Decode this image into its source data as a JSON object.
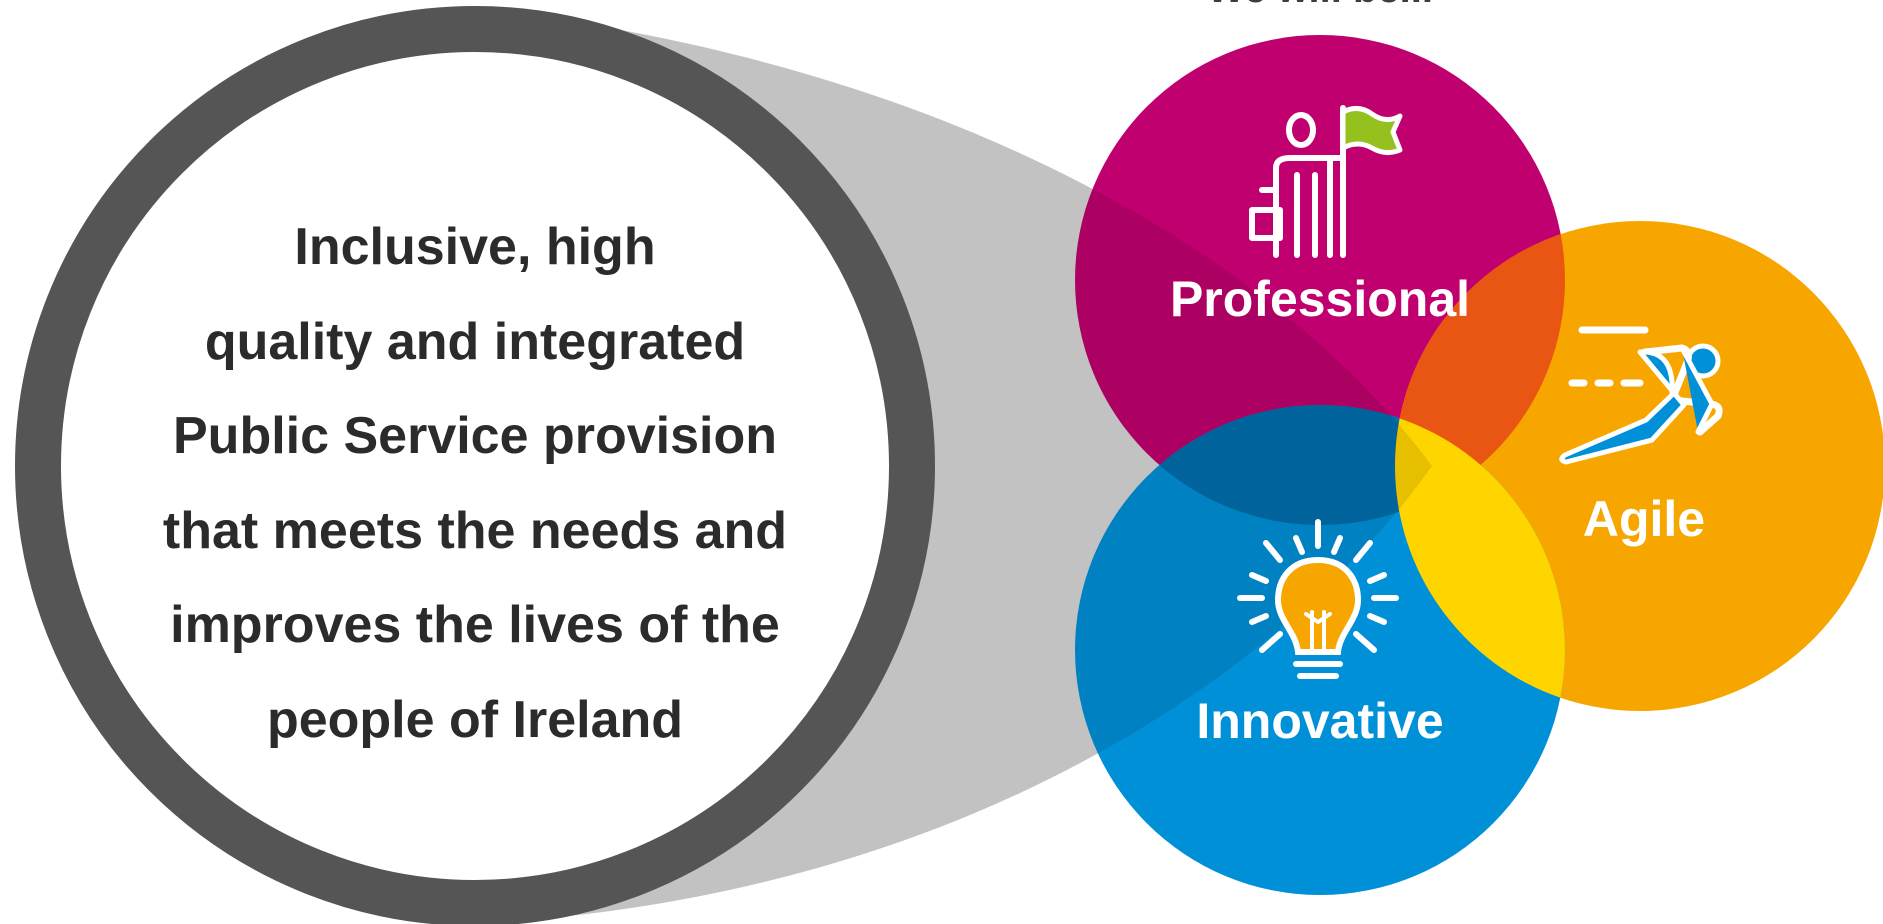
{
  "heading": "We will be...",
  "vision": {
    "text": "Inclusive, high\nquality and integrated\nPublic Service provision\nthat meets the needs and\nimproves the lives of the\npeople of Ireland"
  },
  "values": [
    {
      "label": "Professional",
      "icon": "person-with-flag-icon",
      "color": "#c0006e"
    },
    {
      "label": "Agile",
      "icon": "running-person-icon",
      "color": "#f7a600"
    },
    {
      "label": "Innovative",
      "icon": "lightbulb-icon",
      "color": "#0090d7"
    }
  ],
  "colors": {
    "ring": "#555555",
    "funnel": "#d9d9d9",
    "overlap_professional_agile": "#e95512",
    "overlap_professional_innovative": "#006fad",
    "overlap_agile_innovative": "#ffd500",
    "flag": "#95c11f",
    "bulb": "#f7a600"
  }
}
